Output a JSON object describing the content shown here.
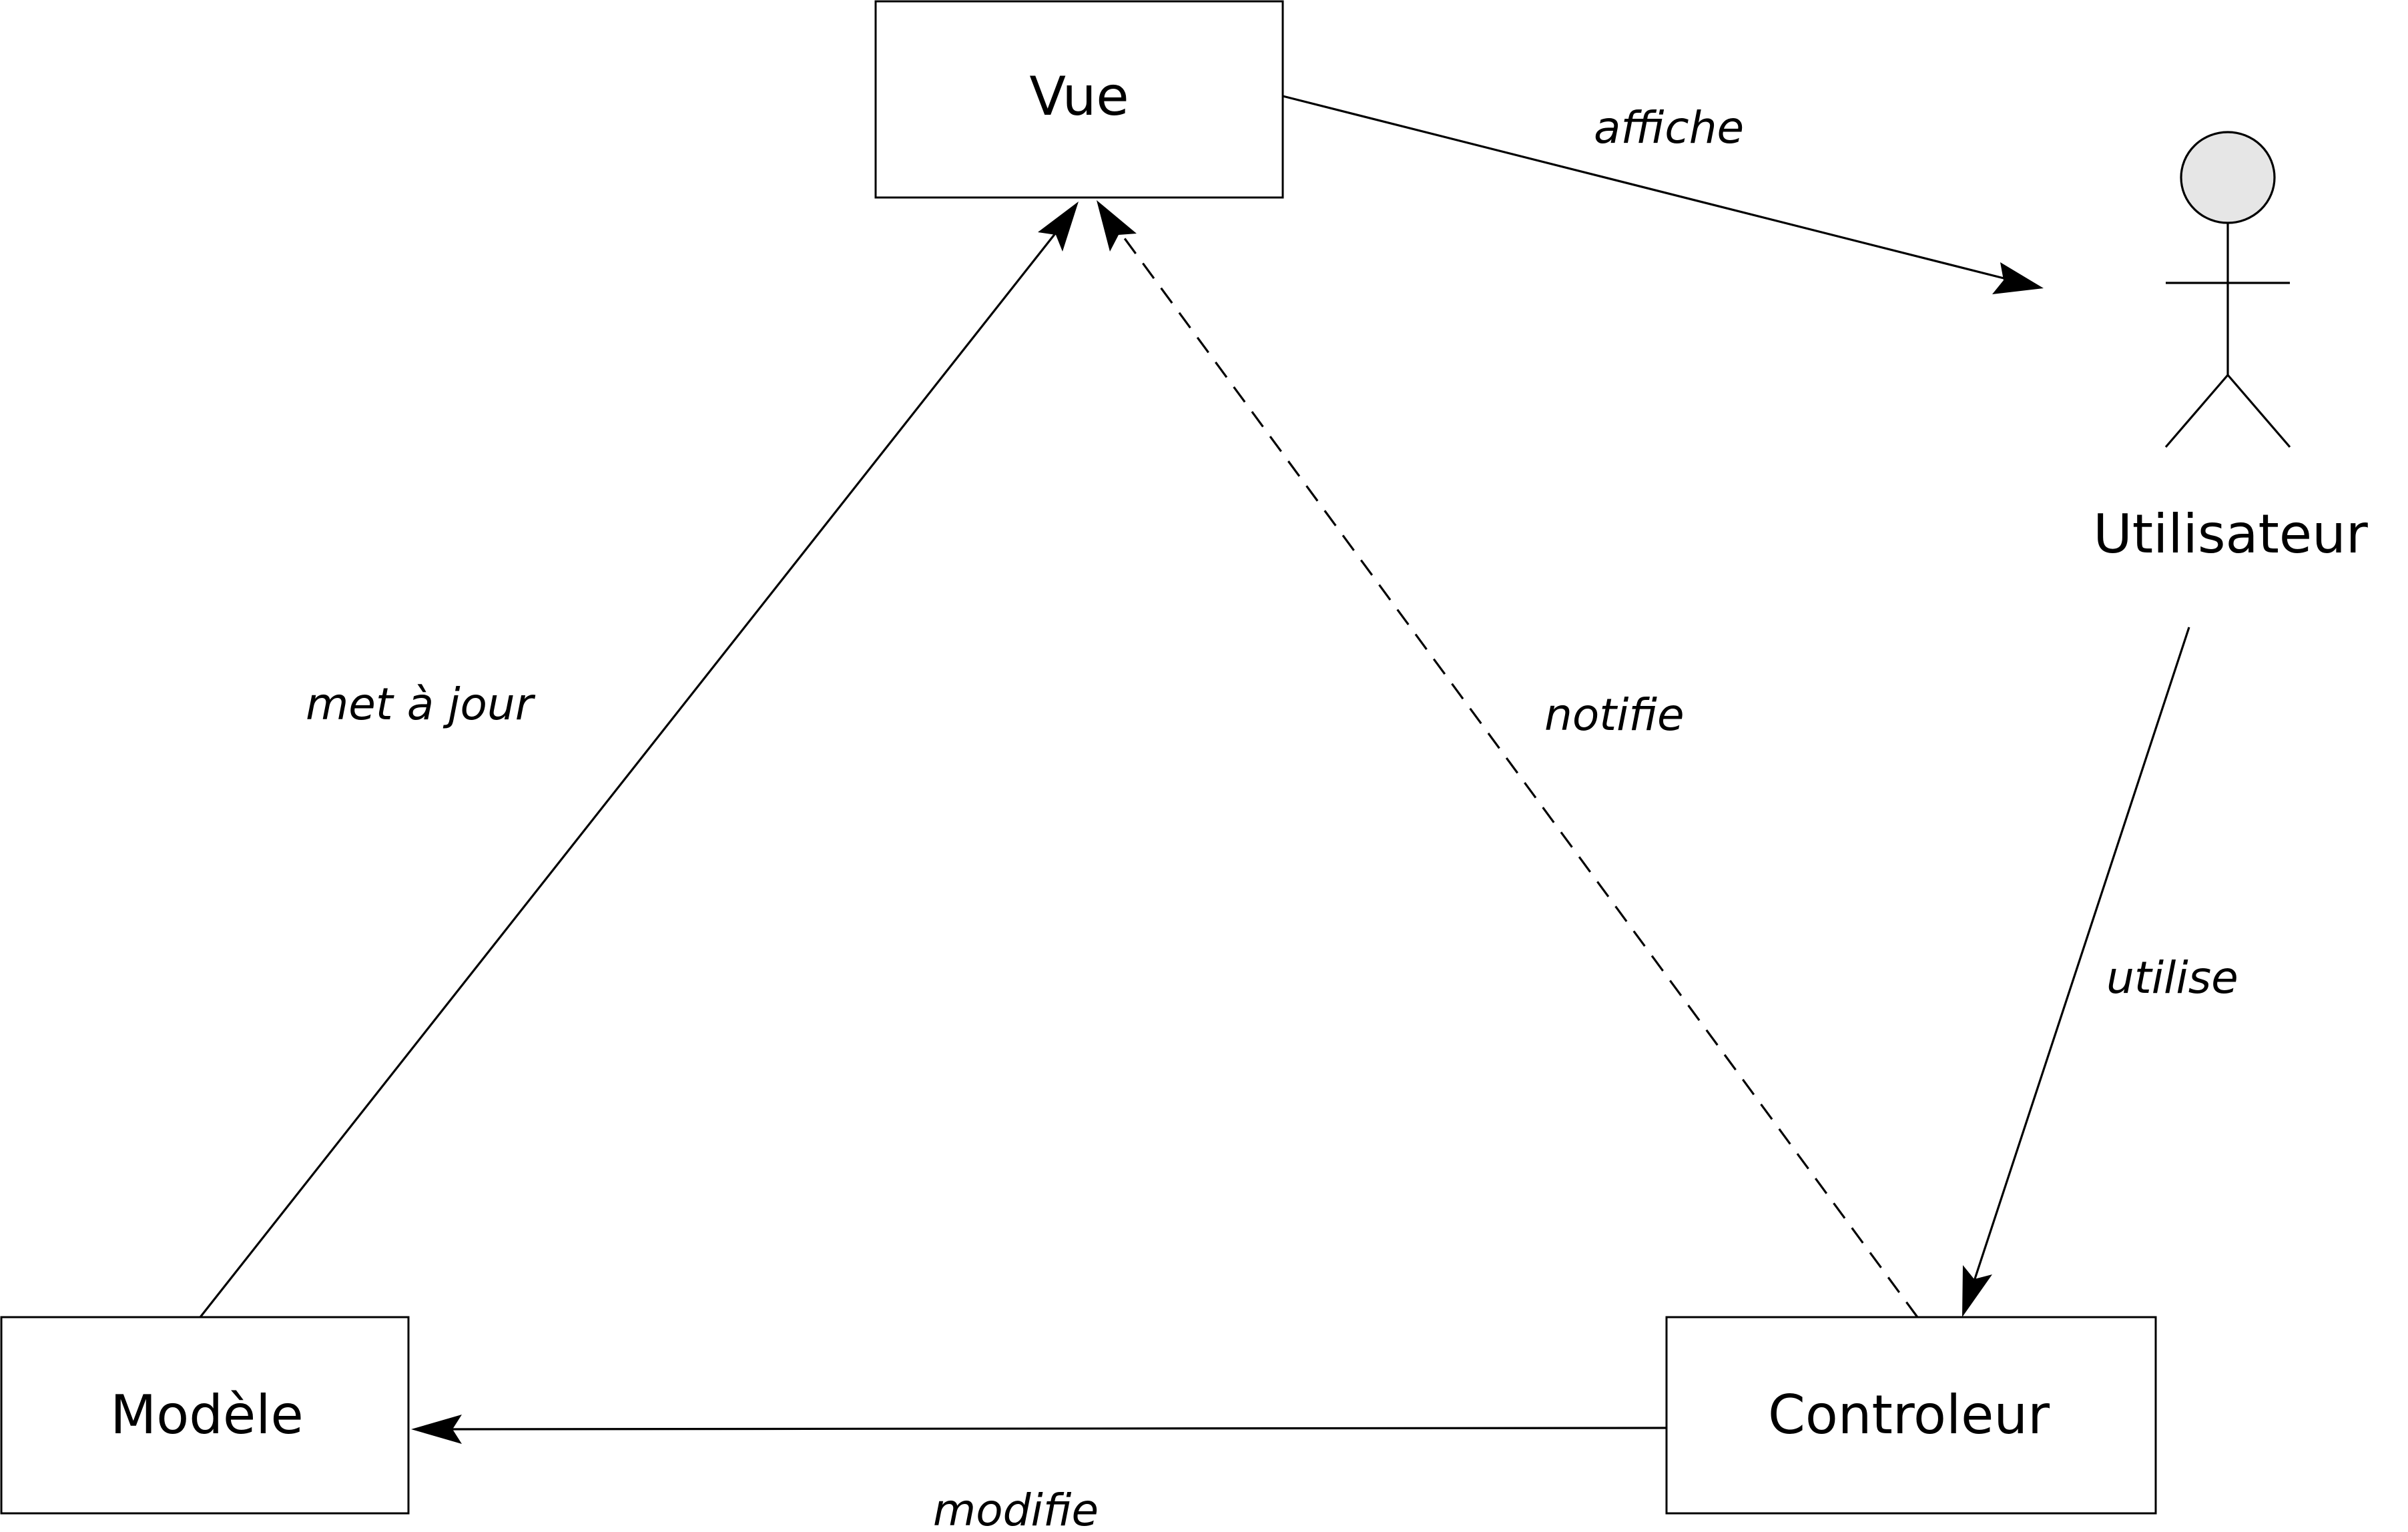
{
  "diagram": {
    "nodes": {
      "vue": "Vue",
      "modele": "Modèle",
      "controleur": "Controleur",
      "utilisateur": "Utilisateur"
    },
    "edges": {
      "affiche": "affiche",
      "met_a_jour": "met à jour",
      "notifie": "notifie",
      "utilise": "utilise",
      "modifie": "modifie"
    },
    "colors": {
      "stroke": "#000000",
      "actor_head_fill": "#e6e6e6",
      "background": "#ffffff"
    }
  }
}
